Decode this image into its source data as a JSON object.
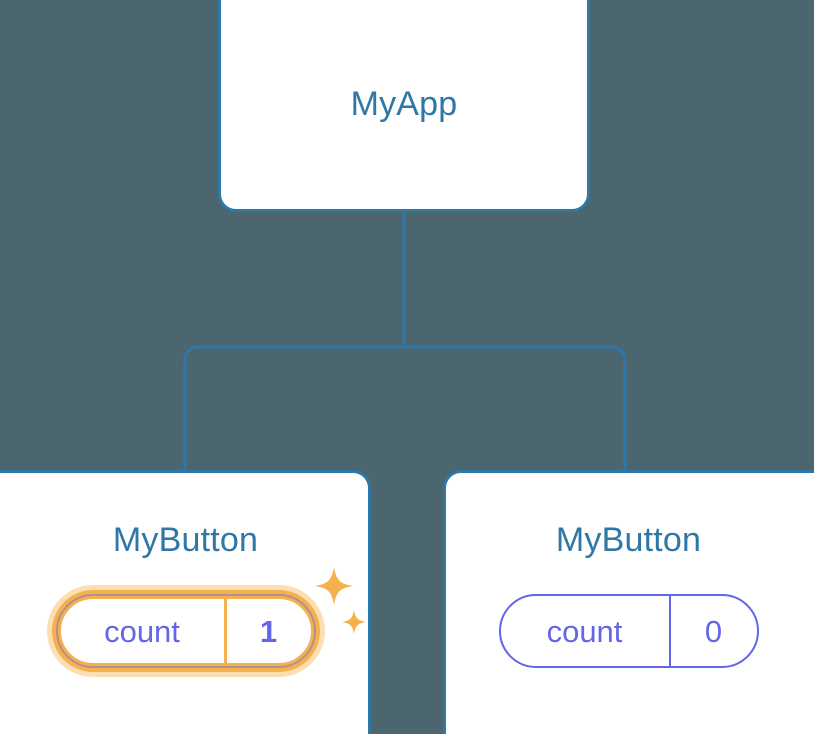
{
  "diagram": {
    "type": "component-tree",
    "background_color": "#4c6670",
    "node_border_color": "#2e77a6",
    "node_title_color": "#2e77a6",
    "state_color": "#6366e8",
    "highlight_color": "#f5b14e",
    "highlight_glow_color": "#fbdfb2"
  },
  "root": {
    "title": "MyApp"
  },
  "children": [
    {
      "title": "MyButton",
      "state": {
        "key": "count",
        "value": "1"
      },
      "highlighted": true,
      "sparkle_icon": "sparkles-icon"
    },
    {
      "title": "MyButton",
      "state": {
        "key": "count",
        "value": "0"
      },
      "highlighted": false,
      "sparkle_icon": "sparkles-icon"
    }
  ]
}
